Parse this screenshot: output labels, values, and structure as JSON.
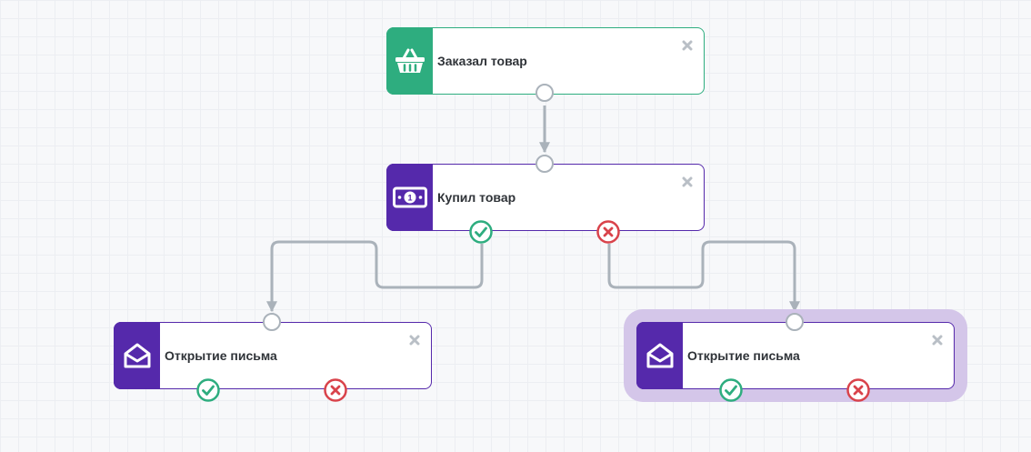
{
  "colors": {
    "green": "#2ead7f",
    "purple": "#5529ab",
    "selected_halo": "#d4c6e9",
    "connector": "#aab2ba",
    "yes": "#2ead7f",
    "no": "#d9434b"
  },
  "nodes": [
    {
      "id": "ordered",
      "title": "Заказал товар",
      "icon": "basket-icon",
      "accent": "#2ead7f",
      "ports": [
        "out"
      ],
      "selected": false
    },
    {
      "id": "bought",
      "title": "Купил товар",
      "icon": "banknote-icon",
      "accent": "#5529ab",
      "ports": [
        "in",
        "yes",
        "no"
      ],
      "selected": false
    },
    {
      "id": "open-left",
      "title": "Открытие письма",
      "icon": "open-envelope-icon",
      "accent": "#5529ab",
      "ports": [
        "in",
        "yes",
        "no"
      ],
      "selected": false
    },
    {
      "id": "open-right",
      "title": "Открытие письма",
      "icon": "open-envelope-icon",
      "accent": "#5529ab",
      "ports": [
        "in",
        "yes",
        "no"
      ],
      "selected": true
    }
  ],
  "edges": [
    {
      "from": "ordered",
      "from_port": "out",
      "to": "bought"
    },
    {
      "from": "bought",
      "from_port": "yes",
      "to": "open-left"
    },
    {
      "from": "bought",
      "from_port": "no",
      "to": "open-right"
    }
  ]
}
